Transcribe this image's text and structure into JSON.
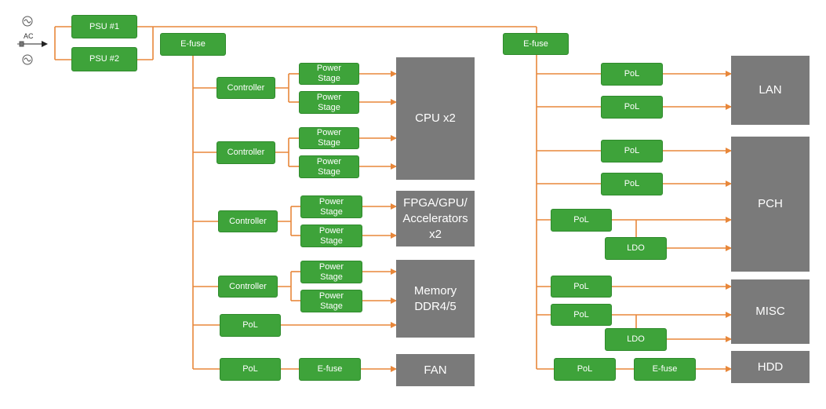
{
  "input": {
    "label": "AC"
  },
  "psu": {
    "psu1": "PSU #1",
    "psu2": "PSU #2"
  },
  "labels": {
    "efuse": "E-fuse",
    "controller": "Controller",
    "power_stage": "Power\nStage",
    "pol": "PoL",
    "ldo": "LDO"
  },
  "devices": {
    "cpu": "CPU x2",
    "fpga": "FPGA/GPU/\nAccelerators\nx2",
    "memory": "Memory\nDDR4/5",
    "fan": "FAN",
    "lan": "LAN",
    "pch": "PCH",
    "misc": "MISC",
    "hdd": "HDD"
  },
  "colors": {
    "block": "#3ea33a",
    "device": "#7a7a7a",
    "wire": "#e8873a"
  }
}
